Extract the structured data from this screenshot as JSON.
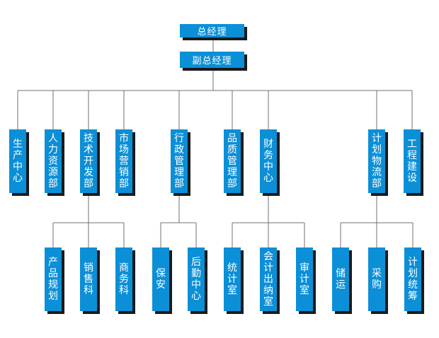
{
  "colors": {
    "box": "#0b8fd7",
    "shadow": "#1a1a1a",
    "line": "#707070",
    "text": "#ffffff"
  },
  "root": {
    "label": "总经理"
  },
  "deputy": {
    "label": "副总经理"
  },
  "departments": [
    {
      "label": "生产中心",
      "children": []
    },
    {
      "label": "人力资源部",
      "children": []
    },
    {
      "label": "技术开发部",
      "children": [
        "产品规划",
        "销售科",
        "商务科"
      ]
    },
    {
      "label": "市场营销部",
      "children": []
    },
    {
      "label": "行政管理部",
      "children": [
        "保安",
        "后勤中心"
      ]
    },
    {
      "label": "品质管理部",
      "children": []
    },
    {
      "label": "财务中心",
      "children": [
        "统计室",
        "会计出纳室",
        "审计室"
      ]
    },
    {
      "label": "计划物流部",
      "children": [
        "储运",
        "采购",
        "计划统筹"
      ]
    },
    {
      "label": "工程建设",
      "children": []
    }
  ]
}
